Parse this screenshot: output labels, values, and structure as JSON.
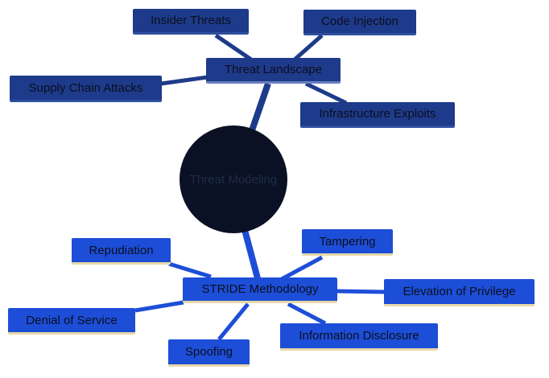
{
  "root": {
    "label": "Threat Modeling"
  },
  "branches": [
    {
      "label": "Threat Landscape",
      "color": "#1e3a8a",
      "children": [
        "Insider Threats",
        "Code Injection",
        "Supply Chain Attacks",
        "Infrastructure Exploits"
      ]
    },
    {
      "label": "STRIDE Methodology",
      "color": "#1d4ed8",
      "children": [
        "Tampering",
        "Repudiation",
        "Elevation of Privilege",
        "Denial of Service",
        "Information Disclosure",
        "Spoofing"
      ]
    }
  ]
}
